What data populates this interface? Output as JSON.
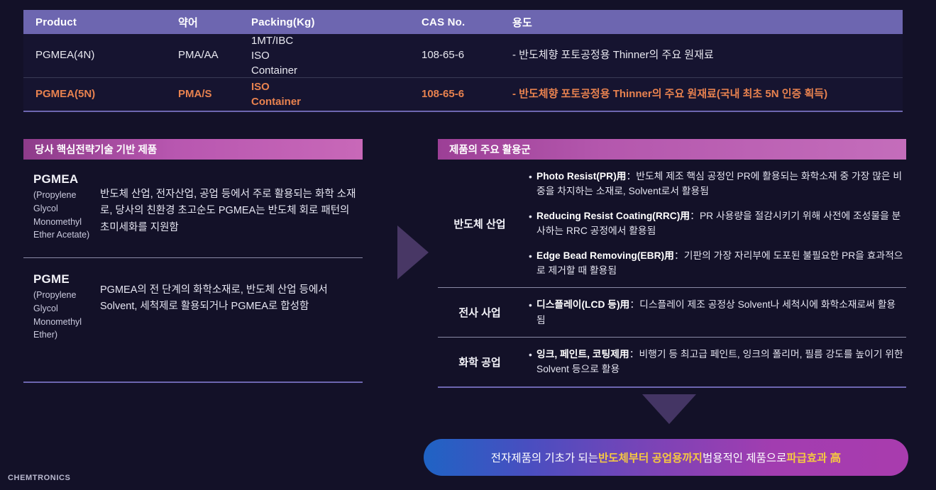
{
  "page": {
    "background": "#131128",
    "accent_purple": "#6d66b0",
    "accent_pink": "#b857b0",
    "accent_orange": "#e8824f",
    "accent_yellow": "#f5c842",
    "logo": "CHEMTRONICS"
  },
  "table": {
    "columns": [
      "Product",
      "약어",
      "Packing(Kg)",
      "CAS No.",
      "용도"
    ],
    "rows": [
      {
        "product": "PGMEA(4N)",
        "abbr": "PMA/AA",
        "packing": "1MT/IBC\nISO\nContainer",
        "packing_lines": [
          "1MT/IBC",
          "ISO",
          "Container"
        ],
        "cas": "108-65-6",
        "use": "- 반도체향 포토공정용 Thinner의 주요 원재료",
        "highlighted": false
      },
      {
        "product": "PGMEA(5N)",
        "abbr": "PMA/S",
        "packing": "ISO\nContainer",
        "packing_lines": [
          "ISO",
          "Container"
        ],
        "cas": "108-65-6",
        "use": "- 반도체향 포토공정용 Thinner의 주요 원재료(국내 최초 5N 인증 획득)",
        "highlighted": true
      }
    ]
  },
  "left_panel": {
    "header": "당사 핵심전략기술 기반 제품",
    "products": [
      {
        "abbr": "PGMEA",
        "full_name": "(Propylene Glycol Monomethyl Ether Acetate)",
        "description": "반도체 산업, 전자산업, 공업 등에서 주로 활용되는 화학 소재로, 당사의 친환경 초고순도 PGMEA는 반도체 회로 패턴의 초미세화를 지원함"
      },
      {
        "abbr": "PGME",
        "full_name": "(Propylene Glycol Monomethyl Ether)",
        "description": "PGMEA의 전 단계의 화학소재로, 반도체 산업 등에서 Solvent, 세척제로 활용되거나 PGMEA로 합성함"
      }
    ]
  },
  "right_panel": {
    "header": "제품의 주요 활용군",
    "rows": [
      {
        "label": "반도체 산업",
        "items": [
          {
            "title": "Photo Resist(PR)用",
            "body": "：반도체 제조 핵심 공정인 PR에 활용되는 화학소재 중 가장 많은 비중을 차지하는 소재로, Solvent로서 활용됨"
          },
          {
            "title": "Reducing Resist Coating(RRC)用",
            "body": "：PR 사용량을 절감시키기 위해 사전에 조성물을 분사하는 RRC 공정에서 활용됨"
          },
          {
            "title": "Edge Bead Removing(EBR)用",
            "body": "：기판의 가장 자리부에 도포된 불필요한 PR을 효과적으로 제거할 때 활용됨"
          }
        ]
      },
      {
        "label": "전사 사업",
        "items": [
          {
            "title": "디스플레이(LCD 등)用",
            "body": "：디스플레이 제조 공정상 Solvent나 세척시에 화학소재로써 활용됨"
          }
        ]
      },
      {
        "label": "화학 공업",
        "items": [
          {
            "title": "잉크, 페인트, 코팅제用",
            "body": "：비행기 등 최고급 페인트, 잉크의 폴리머, 필름 강도를 높이기 위한 Solvent 등으로 활용"
          }
        ]
      }
    ]
  },
  "banner": {
    "part1": "전자제품의 기초가 되는 ",
    "highlight1": "반도체부터 공업용까지",
    "part2": " 범용적인 제품으로 ",
    "highlight2": "파급효과 高"
  }
}
